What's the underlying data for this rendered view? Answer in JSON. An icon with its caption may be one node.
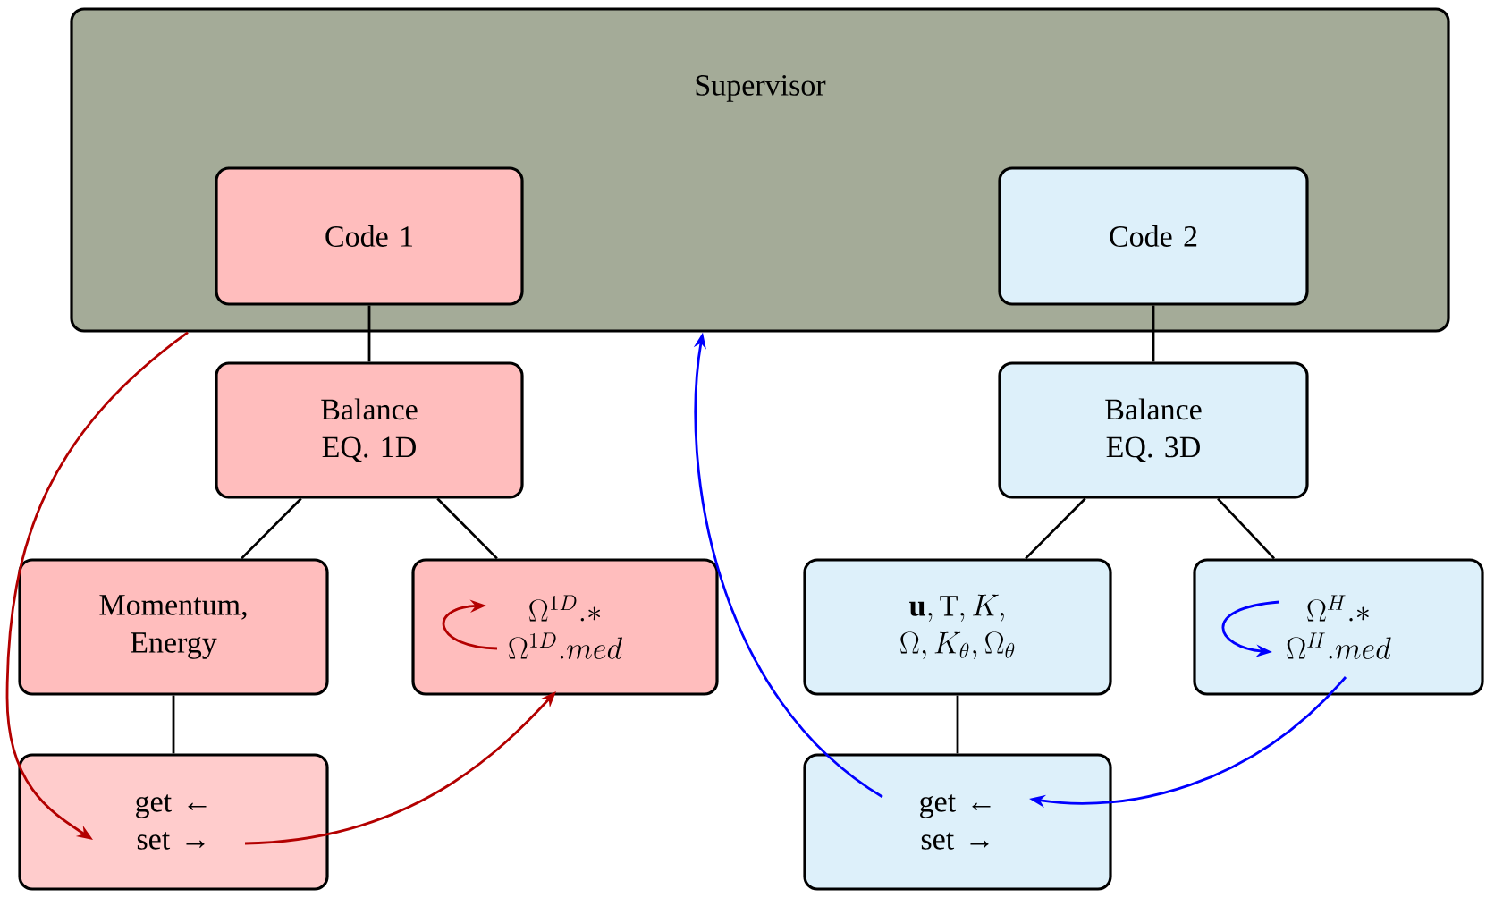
{
  "diagram": {
    "nodes": [
      {
        "text": [
          "Supervisor"
        ]
      },
      {
        "text": [
          "Code 1"
        ],
        "in": 0
      },
      {
        "text": [
          "Code 2"
        ],
        "in": 0
      },
      {
        "text": [
          "Balance EQ. 1D"
        ]
      },
      {
        "text": [
          "Momentum, Energy"
        ]
      },
      {
        "text": [
          "\\Omega^{1D}.*",
          "\\Omega^{1D}.med"
        ]
      },
      {
        "text": [
          "get ←",
          "set →"
        ]
      },
      {
        "text": [
          "Balance EQ. 3D"
        ]
      },
      {
        "text": [
          "\\mathbf{u}, \\mathrm{T}, K,",
          "\\Omega, K_\\theta, \\Omega_\\theta"
        ]
      },
      {
        "text": [
          "\\Omega^{H}.*",
          "\\Omega^{H}.med"
        ]
      },
      {
        "text": [
          "get ←",
          "set →"
        ]
      }
    ],
    "edges": [
      {
        "from": 1,
        "to": 3,
        "arrow": "none"
      },
      {
        "from": 3,
        "to": 4,
        "arrow": "none"
      },
      {
        "from": 3,
        "to": 5,
        "arrow": "none"
      },
      {
        "from": 4,
        "to": 6,
        "arrow": "none"
      },
      {
        "from": 2,
        "to": 7,
        "arrow": "none"
      },
      {
        "from": 7,
        "to": 8,
        "arrow": "none"
      },
      {
        "from": 7,
        "to": 9,
        "arrow": "none"
      },
      {
        "from": 8,
        "to": 10,
        "arrow": "none"
      },
      {
        "from": 0,
        "to": 6,
        "arrow": "to",
        "color": "#b30000"
      },
      {
        "from": 6,
        "to": 5,
        "arrow": "to",
        "color": "#b30000"
      },
      {
        "from": 5,
        "to": 5,
        "arrow": "to",
        "color": "#b30000"
      },
      {
        "from": 10,
        "to": 0,
        "arrow": "to",
        "color": "#0000ff"
      },
      {
        "from": 9,
        "to": 9,
        "arrow": "to",
        "color": "#0000ff"
      },
      {
        "from": 9,
        "to": 10,
        "arrow": "to",
        "color": "#0000ff"
      }
    ]
  }
}
